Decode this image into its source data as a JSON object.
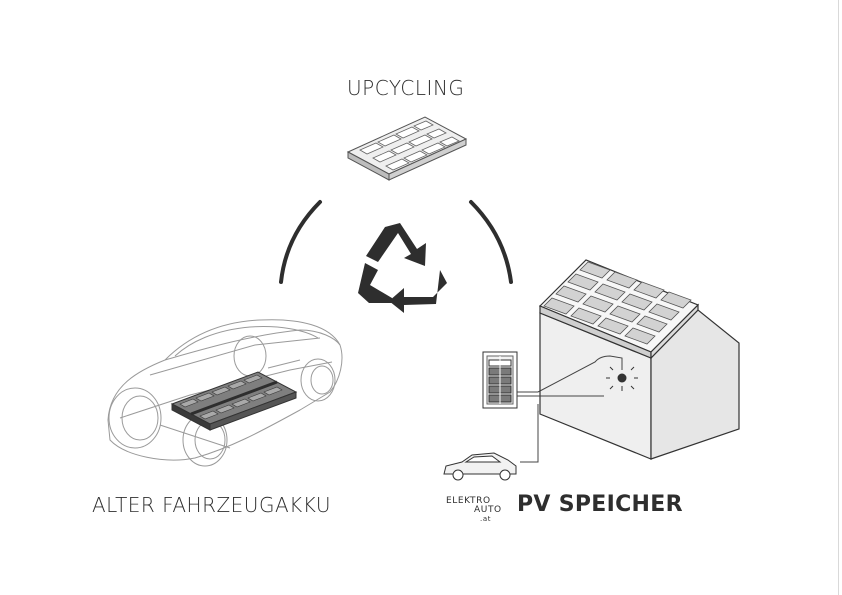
{
  "labels": {
    "top": "UPCYCLING",
    "left": "ALTER FAHRZEUGAKKU",
    "right": "PV SPEICHER"
  },
  "logo": {
    "line1": "ELEKTRO",
    "line2": "AUTO",
    "line3": ".at"
  },
  "icons": {
    "center": "recycle-icon",
    "top": "battery-module-icon",
    "left": "car-with-battery-icon",
    "right": "house-with-solar-and-storage-icon"
  },
  "colors": {
    "ink": "#2e2e2e",
    "outline": "#9a9a9a",
    "fill_light": "#eeeeee"
  }
}
